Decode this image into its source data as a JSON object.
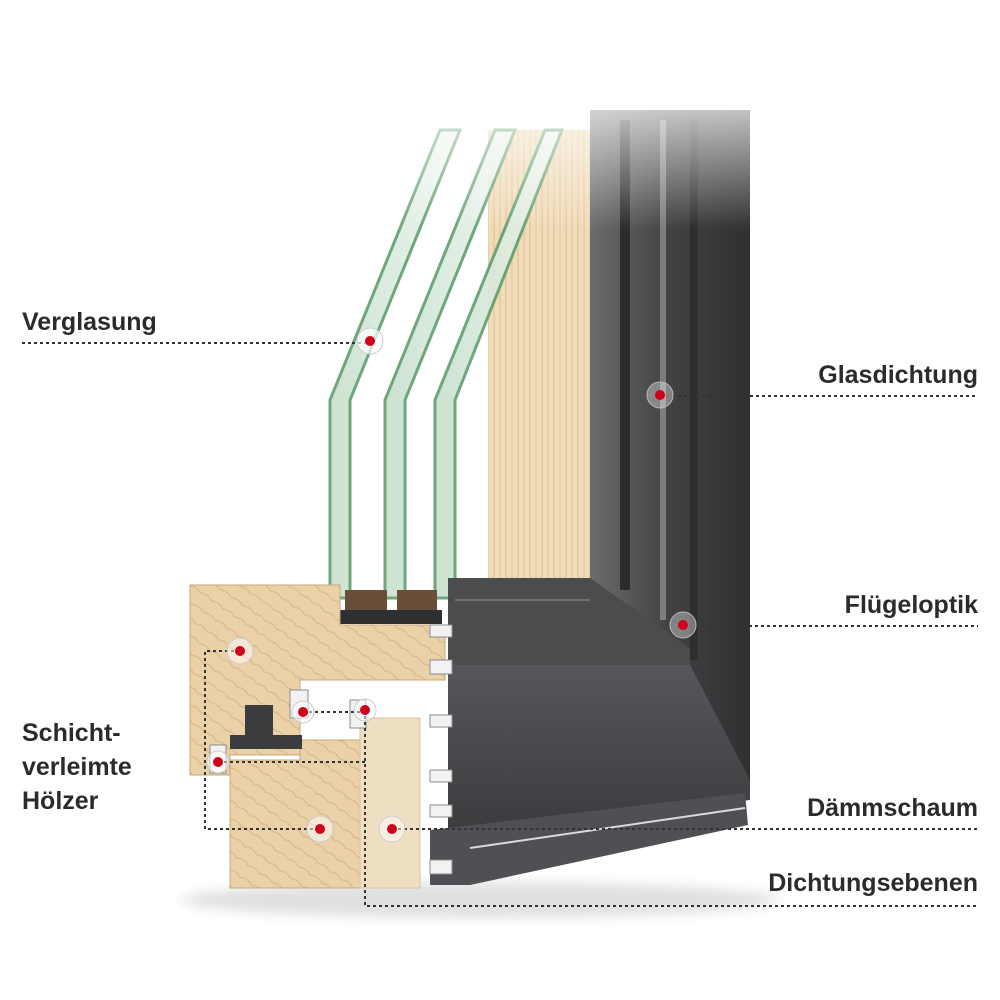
{
  "labels": {
    "verglasung": "Verglasung",
    "glasdichtung": "Glasdichtung",
    "fluegeloptik": "Flügeloptik",
    "hoelzer_line1": "Schicht-",
    "hoelzer_line2": "verleimte",
    "hoelzer_line3": "Hölzer",
    "daemmschaum": "Dämmschaum",
    "dichtungsebenen": "Dichtungsebenen"
  },
  "colors": {
    "marker": "#d0021b",
    "leader": "#333333",
    "text": "#2b2b2b",
    "aluminium": "#4a4c4e",
    "wood": "#e9cfa6",
    "glass_edge": "#5f9e6e"
  }
}
